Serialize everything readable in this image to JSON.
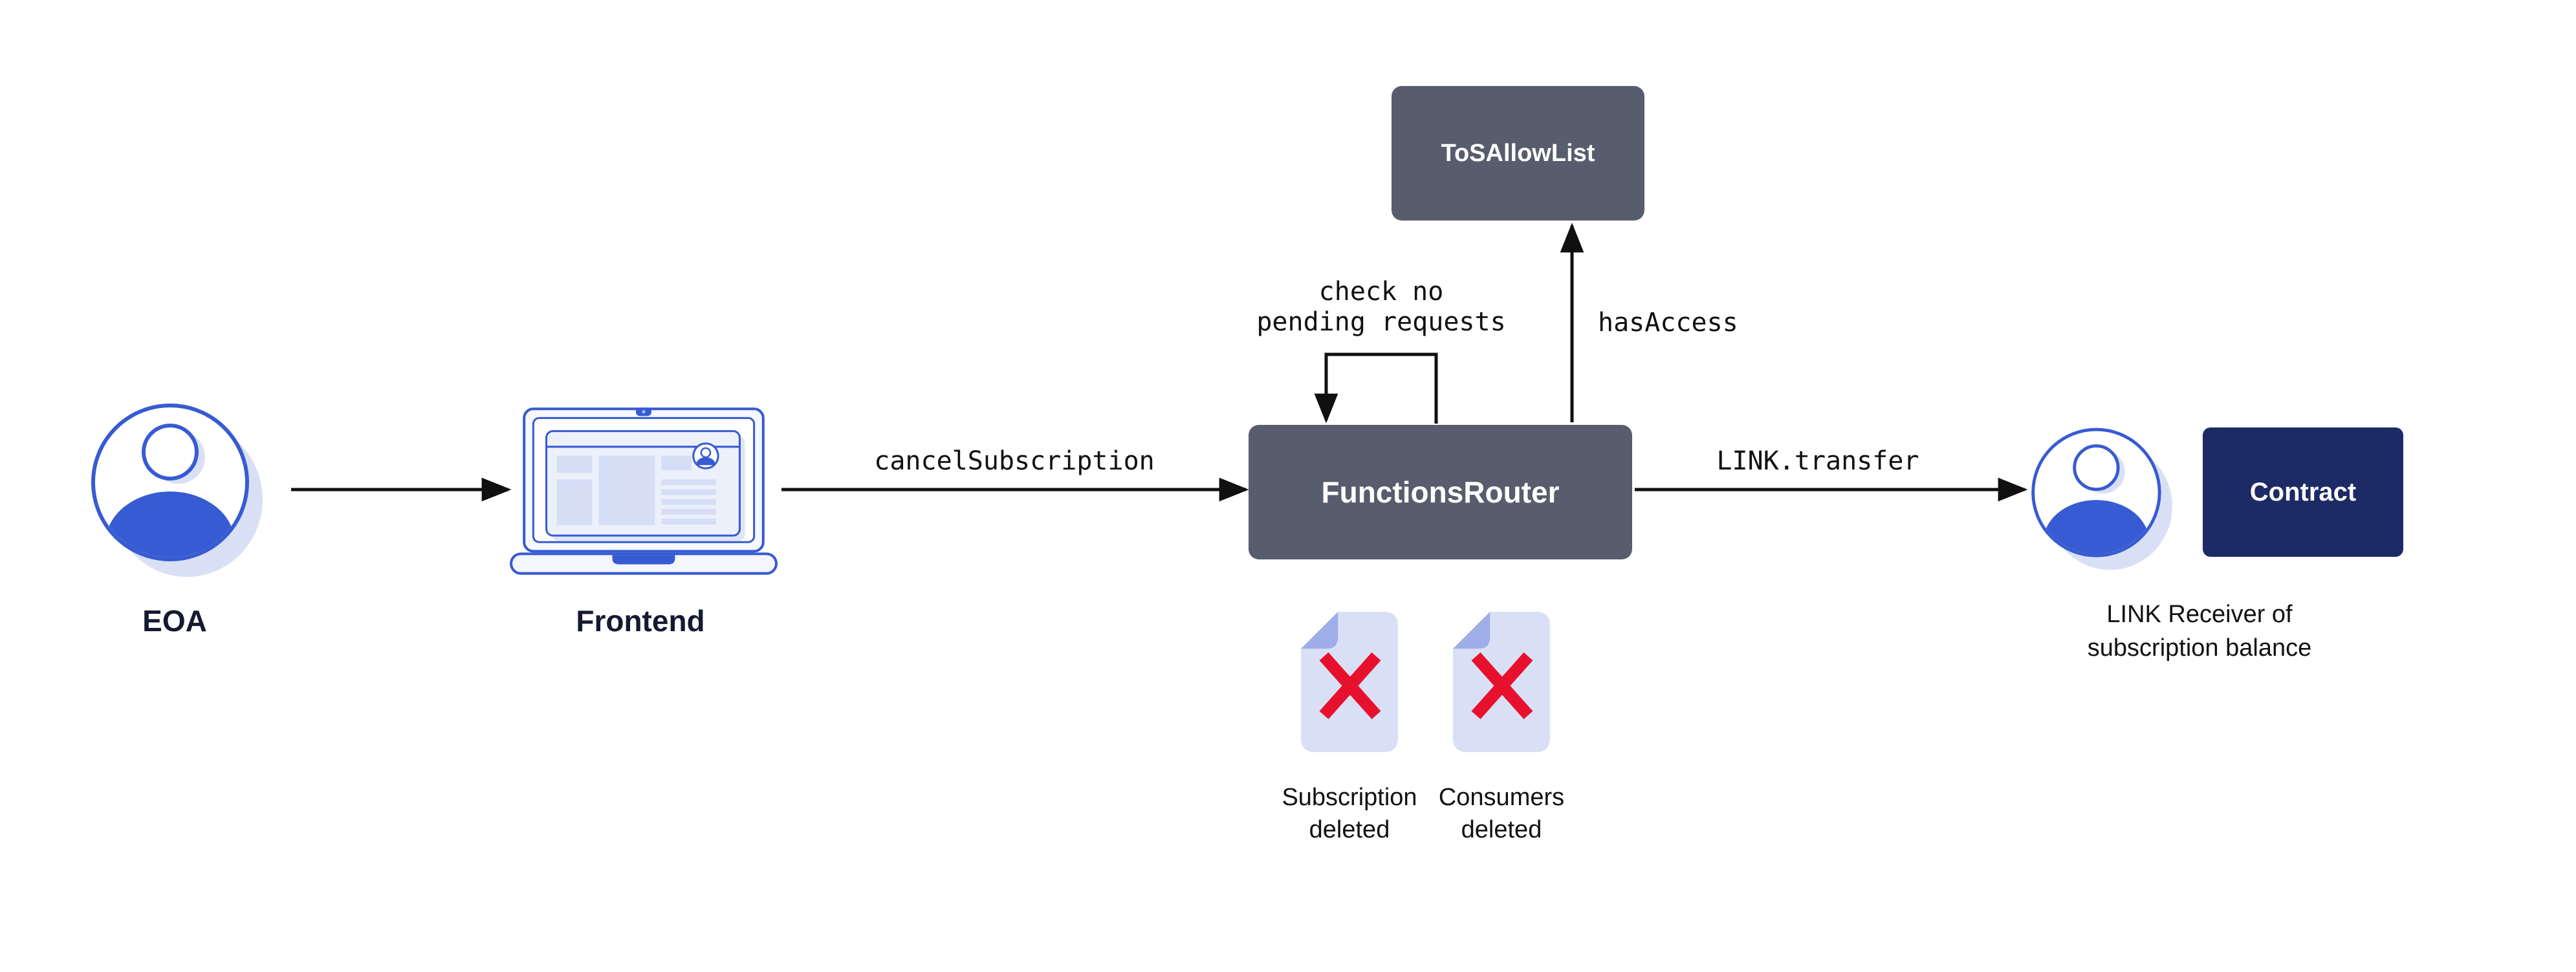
{
  "colors": {
    "slate": "#575D6D",
    "navy": "#1C2B66",
    "blue": "#375BD2",
    "lavender": "#D9E0F6",
    "fold": "#9FAEE9",
    "red": "#E8112D",
    "arrow": "#101010",
    "caption_navy": "#141A2F",
    "text": "#111111"
  },
  "nodes": {
    "eoa": {
      "label": "EOA"
    },
    "frontend": {
      "label": "Frontend"
    },
    "functions_router": {
      "label": "FunctionsRouter"
    },
    "tos_allow_list": {
      "label": "ToSAllowList"
    },
    "contract": {
      "label": "Contract"
    },
    "link_receiver": {
      "caption": "LINK Receiver of\nsubscription balance"
    }
  },
  "edges": {
    "cancel_subscription": {
      "label": "cancelSubscription"
    },
    "check_loop": {
      "label": "check no\npending requests"
    },
    "has_access": {
      "label": "hasAccess"
    },
    "link_transfer": {
      "label": "LINK.transfer"
    }
  },
  "artifacts": {
    "subscription_deleted": {
      "caption": "Subscription\ndeleted"
    },
    "consumers_deleted": {
      "caption": "Consumers\ndeleted"
    }
  }
}
